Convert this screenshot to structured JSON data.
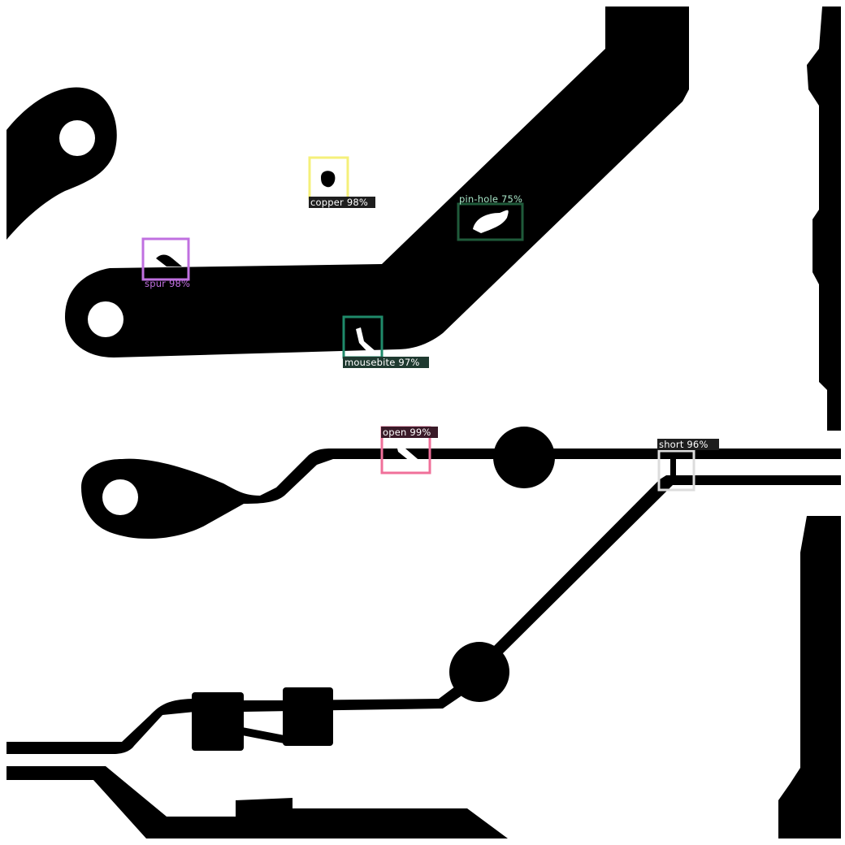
{
  "image": {
    "description_colors": {
      "copper": "#000000",
      "substrate": "#ffffff"
    }
  },
  "detections": [
    {
      "id": "copper",
      "label": "copper 98%",
      "color": "#f5f07a",
      "text_color": "#ffffff",
      "label_bg": "#1e1e1e"
    },
    {
      "id": "pin-hole",
      "label": "pin-hole 75%",
      "color": "#1f5a3a",
      "text_color": "#a8e6c8",
      "label_bg": ""
    },
    {
      "id": "spur",
      "label": "spur 98%",
      "color": "#c070e0",
      "text_color": "#c070e0",
      "label_bg": ""
    },
    {
      "id": "mousebite",
      "label": "mousebite 97%",
      "color": "#1f8a6a",
      "text_color": "#ffffff",
      "label_bg": "#1f3a30"
    },
    {
      "id": "open",
      "label": "open 99%",
      "color": "#f0709a",
      "text_color": "#ffffff",
      "label_bg": "#3a1a28"
    },
    {
      "id": "short",
      "label": "short 96%",
      "color": "#dcdcdc",
      "text_color": "#ffffff",
      "label_bg": "#1e1e1e"
    }
  ]
}
